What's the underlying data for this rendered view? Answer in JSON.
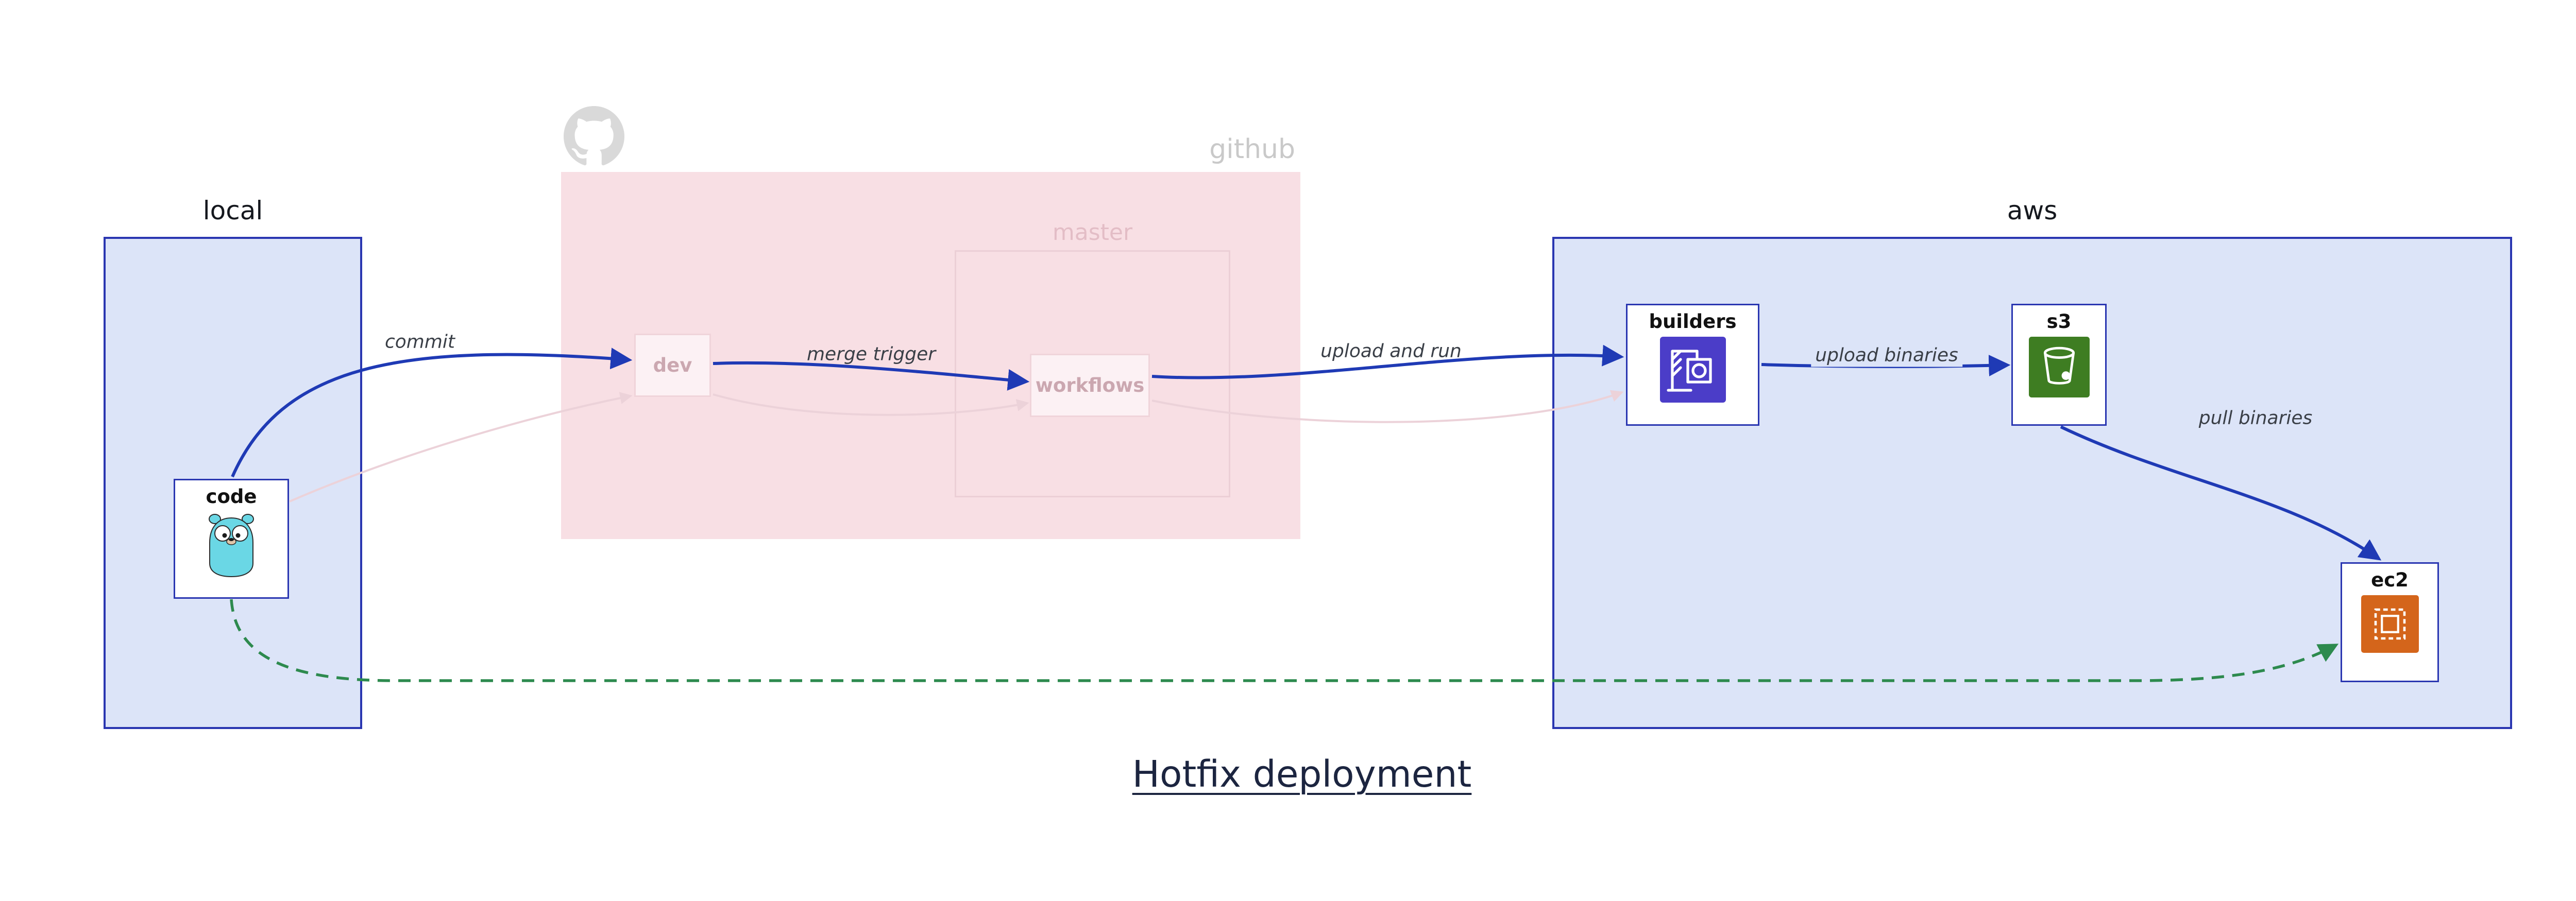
{
  "diagram": {
    "title": "Hotfix deployment",
    "groups": {
      "local": {
        "label": "local"
      },
      "github": {
        "label": "github",
        "master": {
          "label": "master"
        }
      },
      "aws": {
        "label": "aws"
      }
    },
    "nodes": {
      "code": {
        "label": "code",
        "icon": "gopher-icon"
      },
      "dev": {
        "label": "dev"
      },
      "workflows": {
        "label": "workflows"
      },
      "builders": {
        "label": "builders",
        "icon": "codebuild-crane-icon"
      },
      "s3": {
        "label": "s3",
        "icon": "s3-bucket-icon"
      },
      "ec2": {
        "label": "ec2",
        "icon": "ec2-chip-icon"
      }
    },
    "edges": [
      {
        "id": "commit",
        "from": "code",
        "to": "dev",
        "label": "commit",
        "style": "solid-blue"
      },
      {
        "id": "merge-trigger",
        "from": "dev",
        "to": "workflows",
        "label": "merge trigger",
        "style": "solid-blue"
      },
      {
        "id": "upload-and-run",
        "from": "workflows",
        "to": "builders",
        "label": "upload and run",
        "style": "solid-blue"
      },
      {
        "id": "upload-binaries",
        "from": "builders",
        "to": "s3",
        "label": "upload binaries",
        "style": "solid-blue"
      },
      {
        "id": "pull-binaries",
        "from": "s3",
        "to": "ec2",
        "label": "pull binaries",
        "style": "solid-blue"
      },
      {
        "id": "hotfix-path",
        "from": "code",
        "to": "ec2",
        "label": "",
        "style": "dashed-green"
      },
      {
        "id": "faded-edge-1",
        "label": "",
        "style": "faded-pink"
      },
      {
        "id": "faded-edge-2",
        "label": "",
        "style": "faded-pink"
      },
      {
        "id": "faded-edge-3",
        "label": "",
        "style": "faded-pink"
      }
    ],
    "colors": {
      "group_fill_blue": "#dce4f8",
      "group_border_blue": "#2a36b1",
      "github_fill_pink": "#f8dfe4",
      "arrow_blue": "#1f3ab5",
      "arrow_green": "#2d8a4e",
      "faded_pink": "#ecd2d9",
      "title_color": "#1c2540"
    }
  }
}
